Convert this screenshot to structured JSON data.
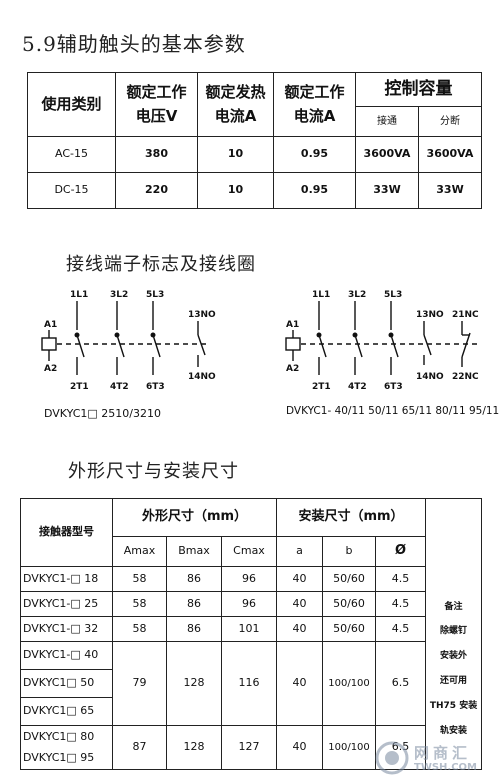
{
  "sections": {
    "aux_title": "5.9辅助触头的基本参数",
    "wiring_title": "接线端子标志及接线圈",
    "dims_title": "外形尺寸与安装尺寸"
  },
  "aux_table": {
    "h_category": "使用类别",
    "h_voltage_1": "额定工作",
    "h_voltage_2": "电压V",
    "h_heat_1": "额定发热",
    "h_heat_2": "电流A",
    "h_current_1": "额定工作",
    "h_current_2": "电流A",
    "h_capacity": "控制容量",
    "h_make": "接通",
    "h_break": "分断",
    "rows": [
      {
        "category": "AC-15",
        "voltage": "380",
        "heat": "10",
        "current": "0.95",
        "make": "3600VA",
        "break": "3600VA"
      },
      {
        "category": "DC-15",
        "voltage": "220",
        "heat": "10",
        "current": "0.95",
        "make": "33W",
        "break": "33W"
      }
    ]
  },
  "wiring": {
    "left": {
      "coil_top": "A1",
      "coil_bottom": "A2",
      "top_terminals": [
        "1L1",
        "3L2",
        "5L3",
        "13NO"
      ],
      "bottom_terminals": [
        "2T1",
        "4T2",
        "6T3",
        "14NO"
      ],
      "caption": "DVKYC1□ 2510/3210"
    },
    "right": {
      "coil_top": "A1",
      "coil_bottom": "A2",
      "top_terminals": [
        "1L1",
        "3L2",
        "5L3",
        "13NO",
        "21NC"
      ],
      "bottom_terminals": [
        "2T1",
        "4T2",
        "6T3",
        "14NO",
        "22NC"
      ],
      "caption": "DVKYC1- 40/11 50/11 65/11 80/11 95/11"
    }
  },
  "dims_table": {
    "h_model": "接触器型号",
    "h_outline": "外形尺寸（mm）",
    "h_install": "安装尺寸（mm）",
    "h_amax": "Amax",
    "h_bmax": "Bmax",
    "h_cmax": "Cmax",
    "h_a": "a",
    "h_b": "b",
    "h_phi": "Ø",
    "r18": {
      "model": "DVKYC1-□ 18",
      "a": "58",
      "b": "86",
      "c": "96",
      "ia": "40",
      "ib": "50/60",
      "phi": "4.5"
    },
    "r25": {
      "model": "DVKYC1-□ 25",
      "a": "58",
      "b": "86",
      "c": "96",
      "ia": "40",
      "ib": "50/60",
      "phi": "4.5"
    },
    "r32": {
      "model": "DVKYC1-□ 32",
      "a": "58",
      "b": "86",
      "c": "101",
      "ia": "40",
      "ib": "50/60",
      "phi": "4.5"
    },
    "g2": {
      "m1": "DVKYC1-□ 40",
      "m2": "DVKYC1□ 50",
      "m3": "DVKYC1□ 65",
      "a": "79",
      "b": "128",
      "c": "116",
      "ia": "40",
      "ib": "100/100",
      "phi": "6.5"
    },
    "g3": {
      "m1": "DVKYC1□ 80",
      "m2": "DVKYC1□ 95",
      "a": "87",
      "b": "128",
      "c": "127",
      "ia": "40",
      "ib": "100/100",
      "phi": "6.5"
    },
    "remark_lines": [
      "备注",
      "除螺钉",
      "安装外",
      "还可用",
      "TH75 安装",
      "轨安装"
    ]
  },
  "watermark": {
    "text": "网商汇",
    "sub": "TWSH.COM"
  }
}
